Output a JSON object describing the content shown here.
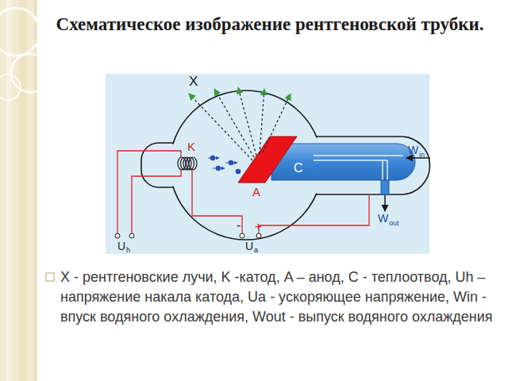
{
  "diagram": {
    "title": "Схематическое изображение рентгеновской трубки.",
    "caption": "X - рентгеновские лучи, K -катод, A – анод, C - теплоотвод, Uh – напряжение накала катода, Ua - ускоряющее напряжение, Win - впуск водяного охлаждения, Wout - выпуск водяного охлаждения",
    "labels": [
      "X",
      "K",
      "C",
      "A",
      "W",
      "in",
      "W",
      "out",
      "-",
      "+",
      "U",
      "h",
      "U",
      "a"
    ]
  }
}
